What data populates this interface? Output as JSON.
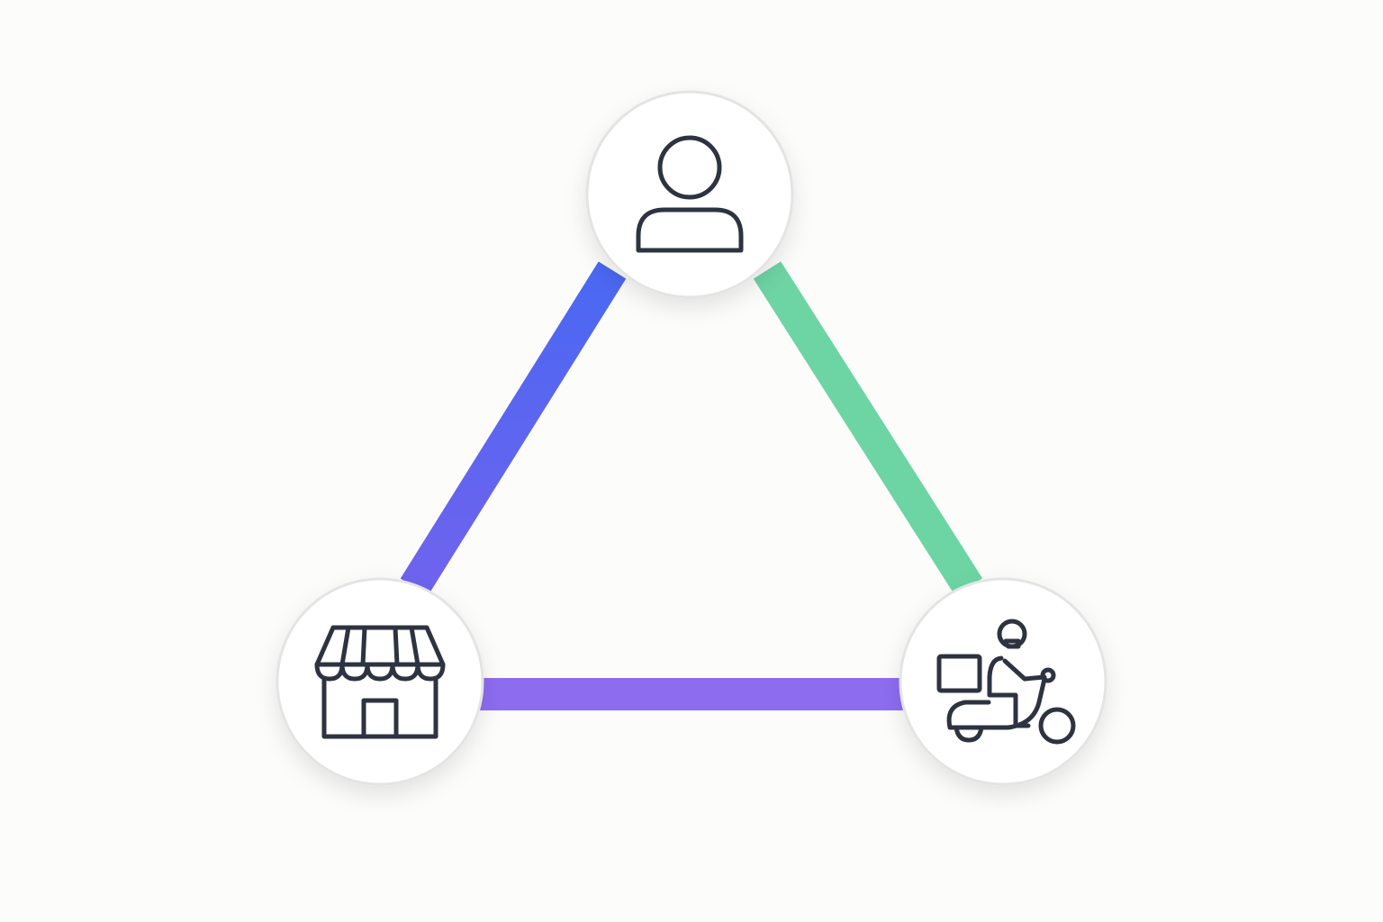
{
  "colors": {
    "background": "#fcfcfb",
    "node_fill": "#ffffff",
    "node_border": "#e4e4e4",
    "icon_stroke": "#2d3340",
    "edge_customer_store_top": "#4a68f2",
    "edge_customer_store_bottom": "#6f63ee",
    "edge_customer_courier": "#6dd4a4",
    "edge_store_courier": "#8d6cf0"
  },
  "nodes": [
    {
      "id": "customer",
      "icon": "user-icon"
    },
    {
      "id": "store",
      "icon": "storefront-icon"
    },
    {
      "id": "courier",
      "icon": "delivery-scooter-icon"
    }
  ],
  "edges": [
    {
      "from": "customer",
      "to": "store"
    },
    {
      "from": "customer",
      "to": "courier"
    },
    {
      "from": "store",
      "to": "courier"
    }
  ]
}
